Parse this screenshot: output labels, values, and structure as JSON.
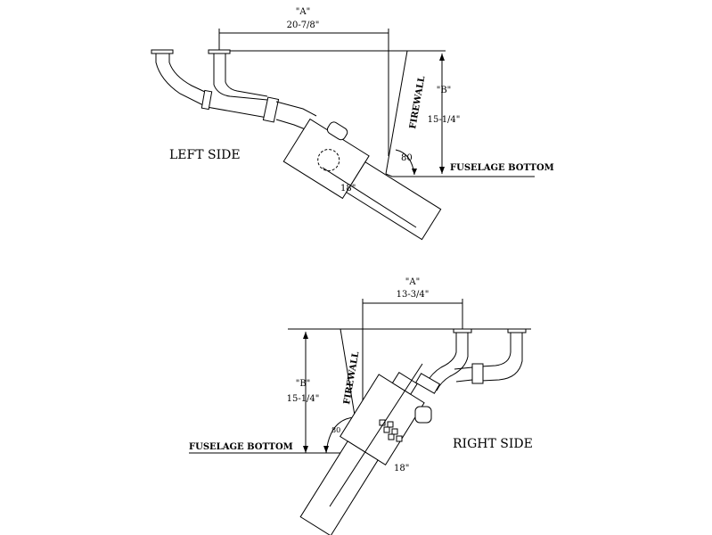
{
  "left": {
    "title": "LEFT SIDE",
    "dim_a_label": "\"A\"",
    "dim_a_value": "20-7/8\"",
    "dim_b_label": "\"B\"",
    "dim_b_value": "15-1/4\"",
    "firewall": "FIREWALL",
    "angle": "80",
    "fuselage": "FUSELAGE BOTTOM",
    "length": "18\""
  },
  "right": {
    "title": "RIGHT SIDE",
    "dim_a_label": "\"A\"",
    "dim_a_value": "13-3/4\"",
    "dim_b_label": "\"B\"",
    "dim_b_value": "15-1/4\"",
    "firewall": "FIREWALL",
    "angle": "80",
    "fuselage": "FUSELAGE BOTTOM",
    "length": "18\""
  }
}
